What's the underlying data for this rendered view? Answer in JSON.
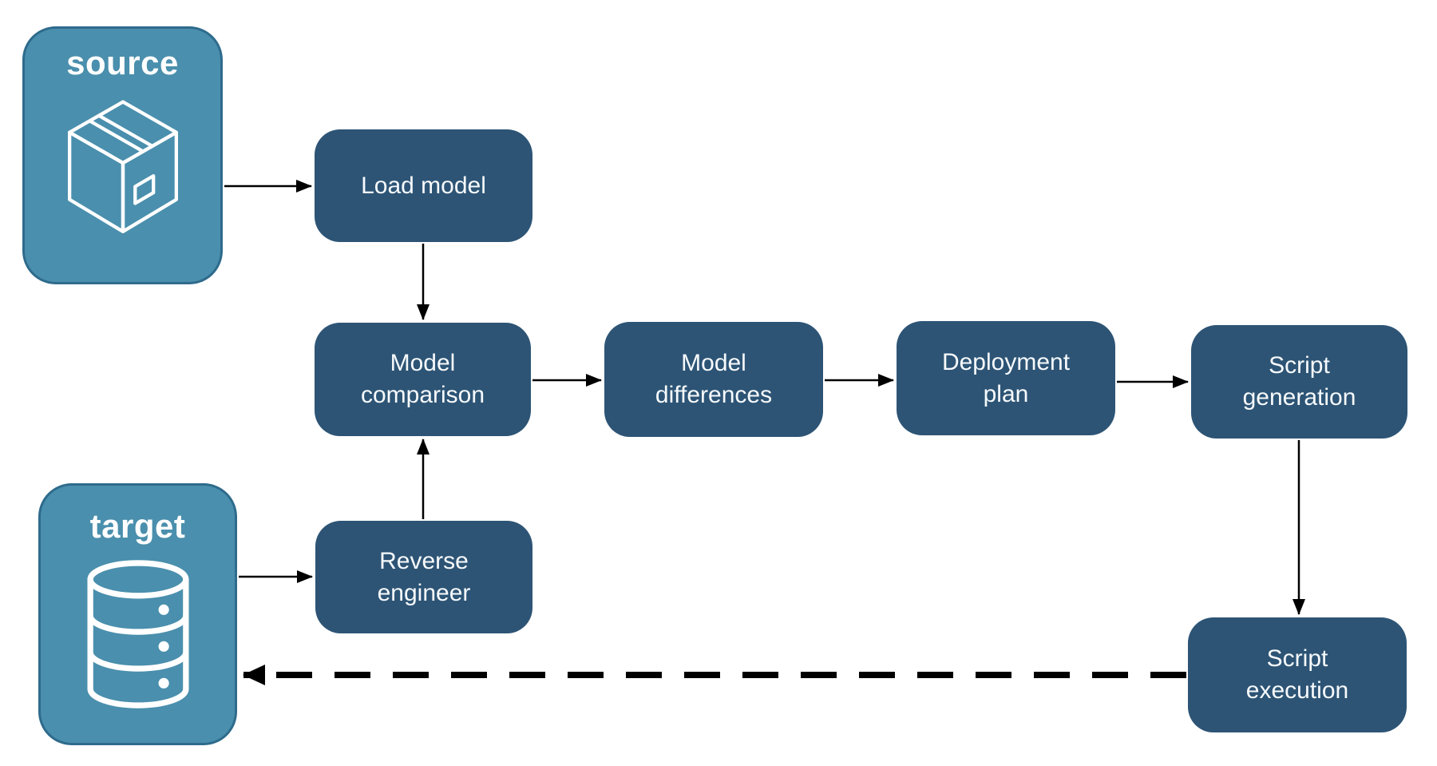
{
  "colors": {
    "background": "#ffffff",
    "endpoint_fill": "#4a8fad",
    "endpoint_border": "#2e6b8c",
    "step_fill": "#2d5475",
    "label_text": "#ffffff",
    "arrow": "#000000"
  },
  "endpoints": {
    "source": {
      "label": "source",
      "icon": "package-icon"
    },
    "target": {
      "label": "target",
      "icon": "database-icon"
    }
  },
  "steps": {
    "load_model": {
      "label": "Load model"
    },
    "model_comparison": {
      "label": "Model\ncomparison"
    },
    "model_differences": {
      "label": "Model\ndifferences"
    },
    "deployment_plan": {
      "label": "Deployment\nplan"
    },
    "script_generation": {
      "label": "Script\ngeneration"
    },
    "reverse_engineer": {
      "label": "Reverse\nengineer"
    },
    "script_execution": {
      "label": "Script\nexecution"
    }
  },
  "edges": [
    {
      "from": "source",
      "to": "load_model",
      "style": "solid"
    },
    {
      "from": "load_model",
      "to": "model_comparison",
      "style": "solid"
    },
    {
      "from": "model_comparison",
      "to": "model_differences",
      "style": "solid"
    },
    {
      "from": "model_differences",
      "to": "deployment_plan",
      "style": "solid"
    },
    {
      "from": "deployment_plan",
      "to": "script_generation",
      "style": "solid"
    },
    {
      "from": "script_generation",
      "to": "script_execution",
      "style": "solid"
    },
    {
      "from": "target",
      "to": "reverse_engineer",
      "style": "solid"
    },
    {
      "from": "reverse_engineer",
      "to": "model_comparison",
      "style": "solid"
    },
    {
      "from": "script_execution",
      "to": "target",
      "style": "dashed"
    }
  ]
}
